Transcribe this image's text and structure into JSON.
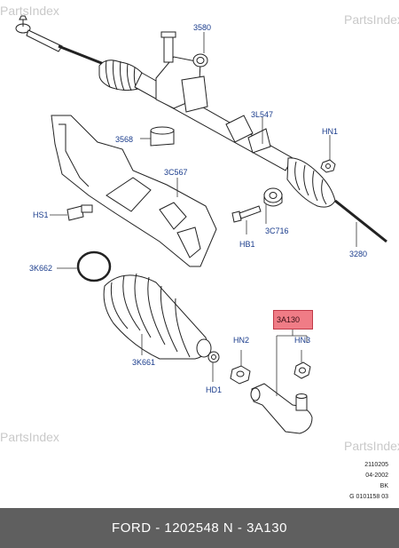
{
  "watermark": {
    "text": "PartsIndex"
  },
  "callouts": {
    "c3580": "3580",
    "c3L547": "3L547",
    "cHN1": "HN1",
    "c3568": "3568",
    "c3C567": "3C567",
    "cHS1": "HS1",
    "c3C716": "3C716",
    "cHB1": "HB1",
    "c3280": "3280",
    "c3K662": "3K662",
    "c3A130": "3A130",
    "cHN2": "HN2",
    "cHN3": "HN3",
    "c3K661": "3K661",
    "cHD1": "HD1"
  },
  "reference": {
    "line1": "2110205",
    "line2": "04-2002",
    "line3": "BK",
    "line4": "G 0101158 03"
  },
  "footer": {
    "text": "FORD - 1202548     N - 3A130"
  },
  "colors": {
    "callout_number": "#1a3c8c",
    "highlight": "#f07c86",
    "footer_bg": "#5f5f5f"
  }
}
